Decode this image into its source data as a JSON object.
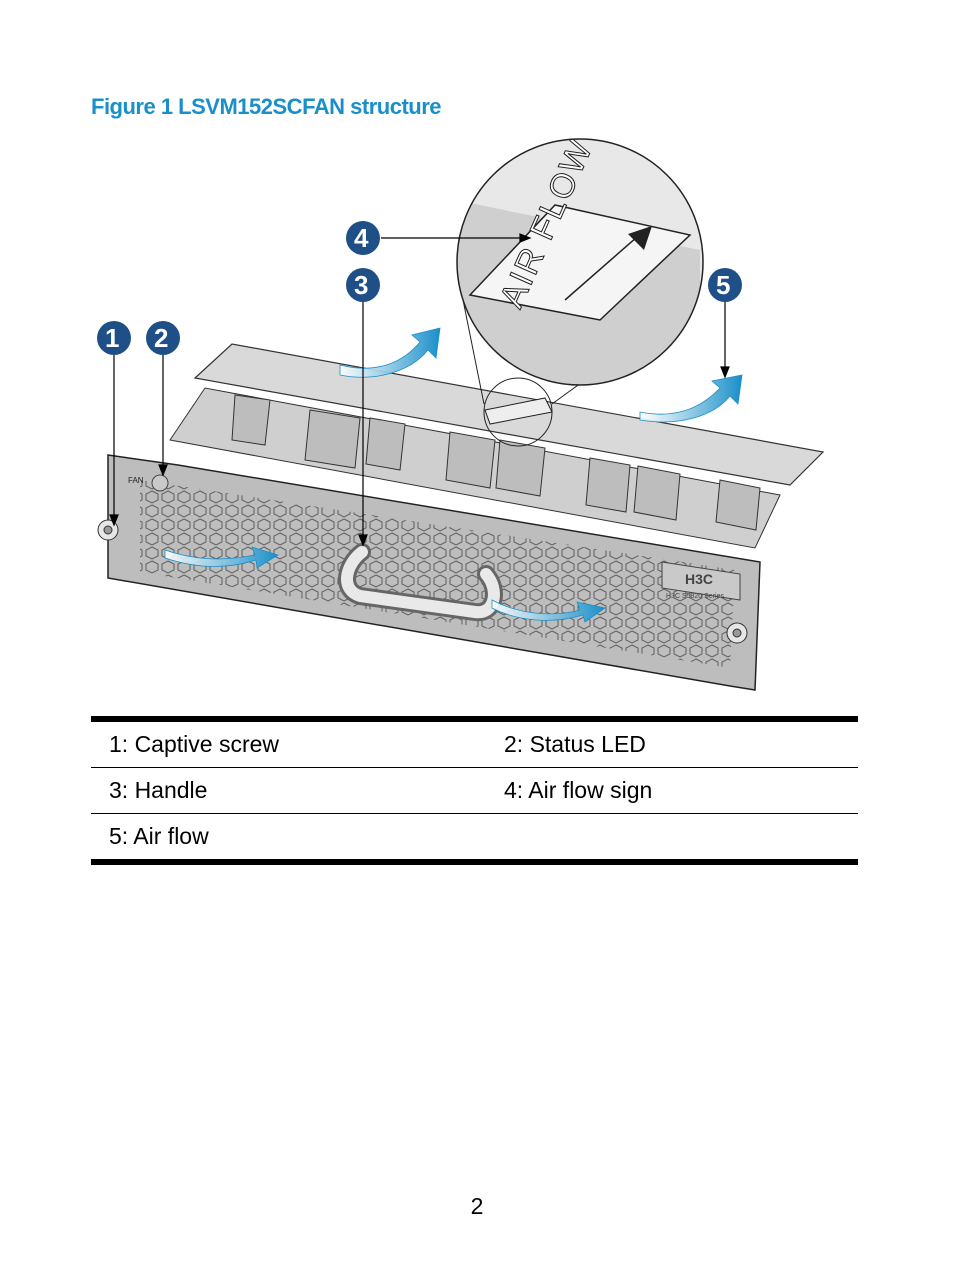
{
  "figure": {
    "caption": "Figure 1 LSVM152SCFAN structure",
    "callouts": [
      "1",
      "2",
      "3",
      "4",
      "5"
    ],
    "panel_text": {
      "fan_label": "FAN",
      "airflow_sign": "AIR FLOW",
      "brand": "H3C",
      "series": "H3C S5820 Series"
    },
    "colors": {
      "caption": "#1a8fc9",
      "callout_fill": "#1e4f86",
      "arrow": "#1a8fc9",
      "chassis": "#bdbdbd"
    }
  },
  "legend": {
    "rows": [
      [
        "1: Captive screw",
        "2: Status LED"
      ],
      [
        "3: Handle",
        "4: Air flow sign"
      ],
      [
        "5: Air flow",
        ""
      ]
    ]
  },
  "page": {
    "number": "2"
  }
}
